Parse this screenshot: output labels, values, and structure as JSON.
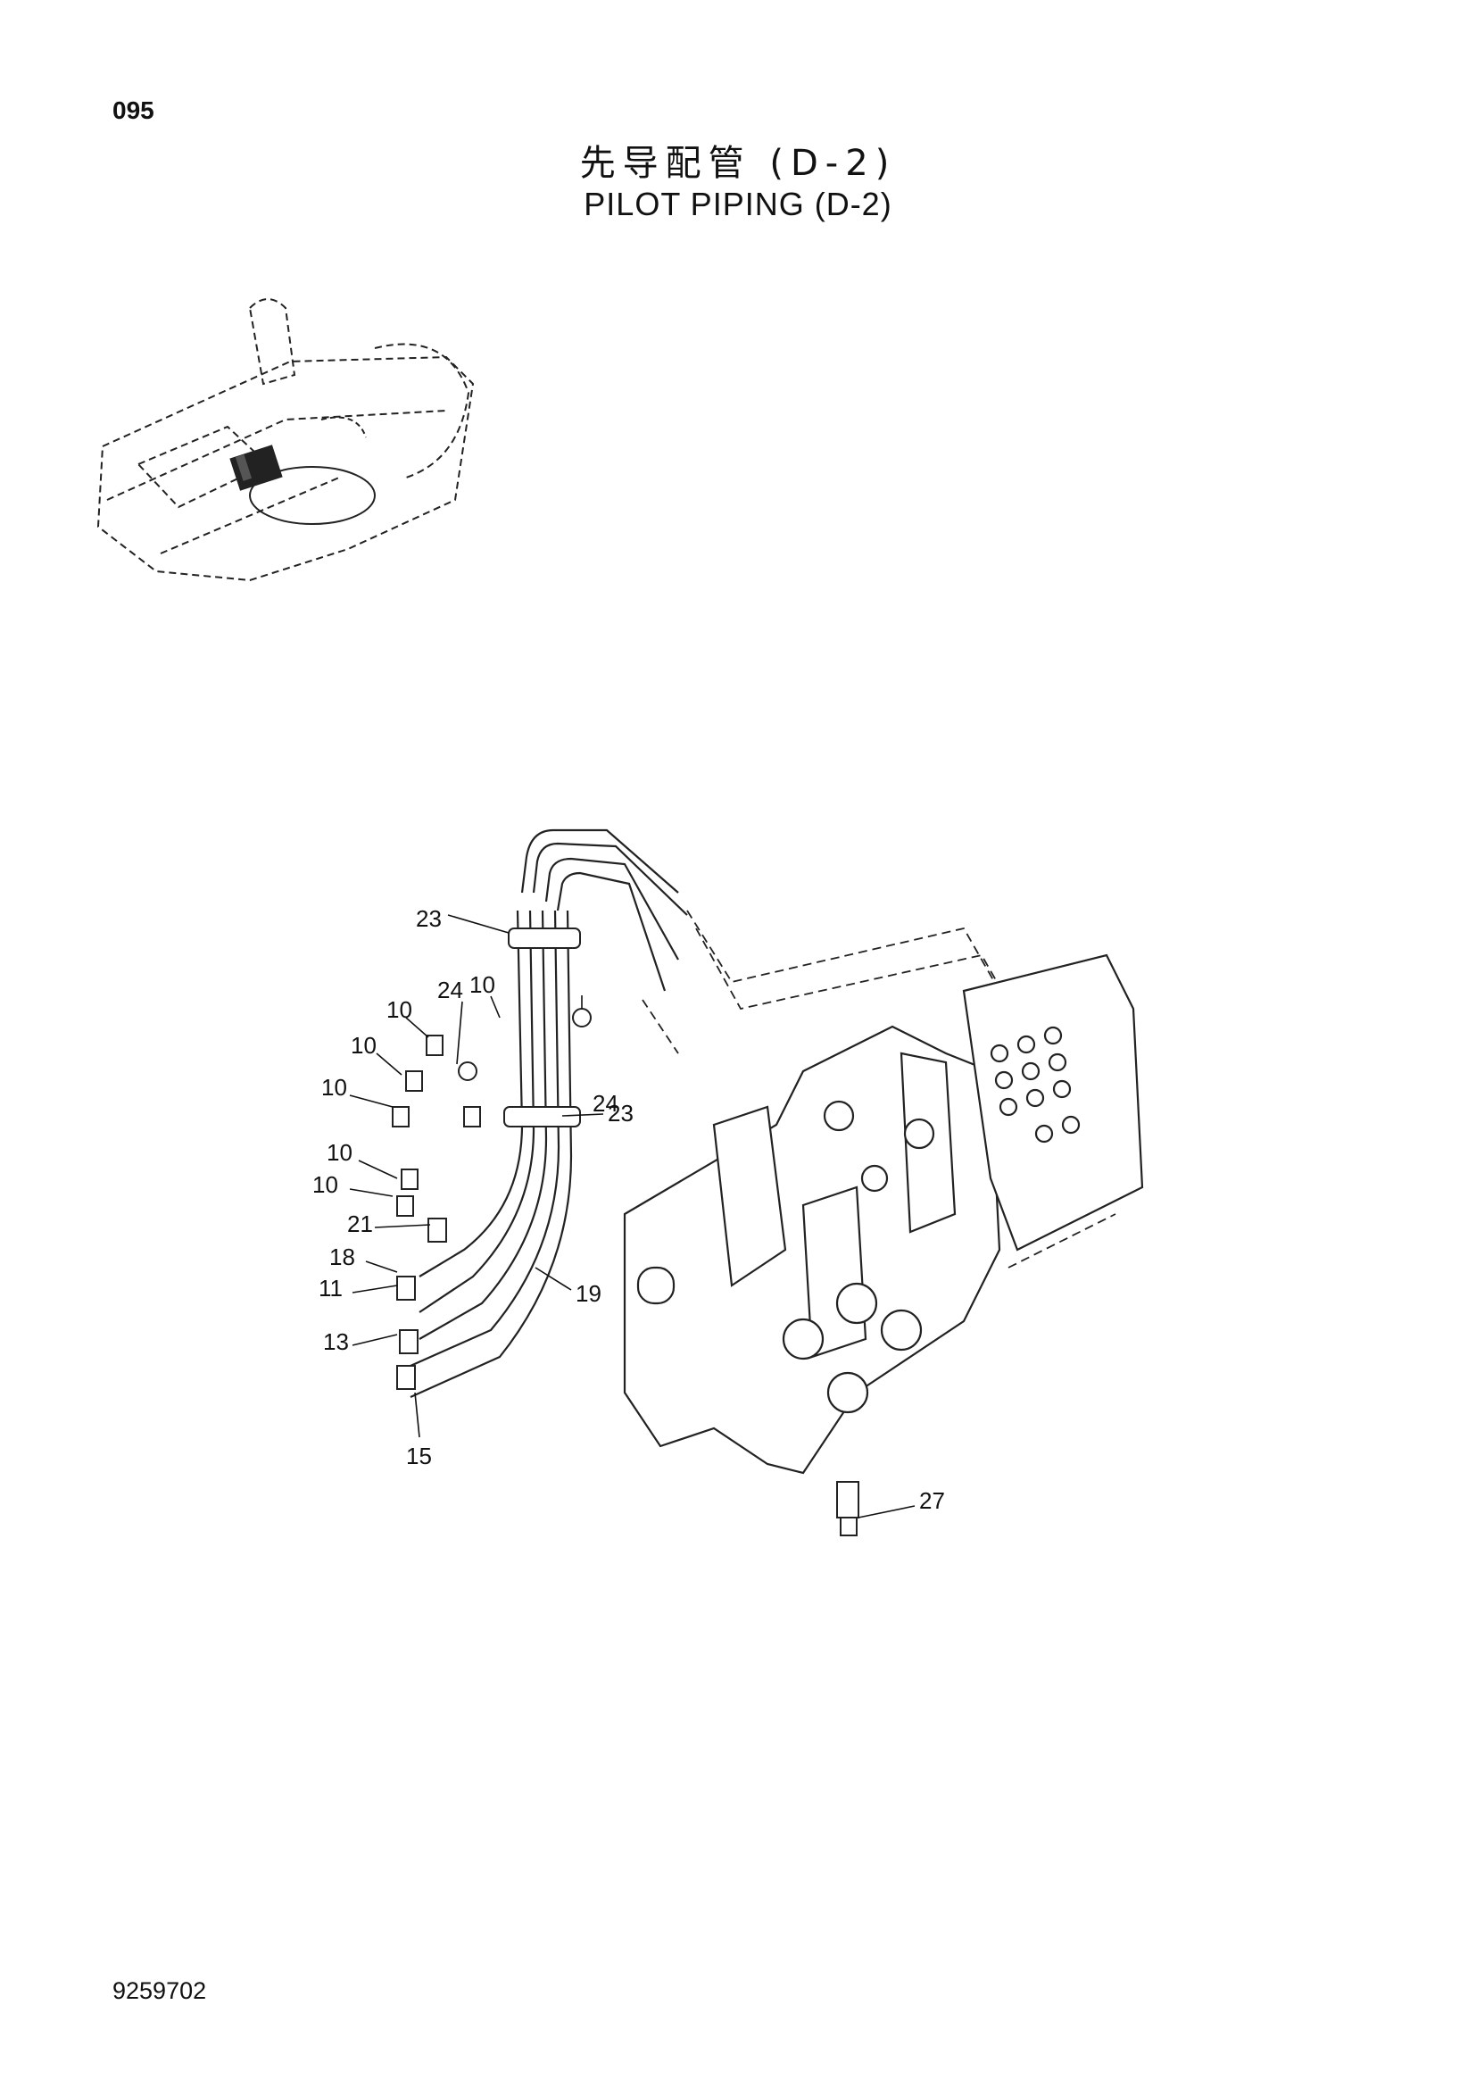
{
  "header": {
    "page_number": "095",
    "title_cn": "先导配管 (D-2)",
    "title_en": "PILOT PIPING (D-2)"
  },
  "footer": {
    "drawing_number": "9259702"
  },
  "callouts": [
    "23",
    "24",
    "10",
    "10",
    "10",
    "24",
    "10",
    "23",
    "10",
    "10",
    "21",
    "18",
    "11",
    "19",
    "13",
    "15",
    "27"
  ]
}
